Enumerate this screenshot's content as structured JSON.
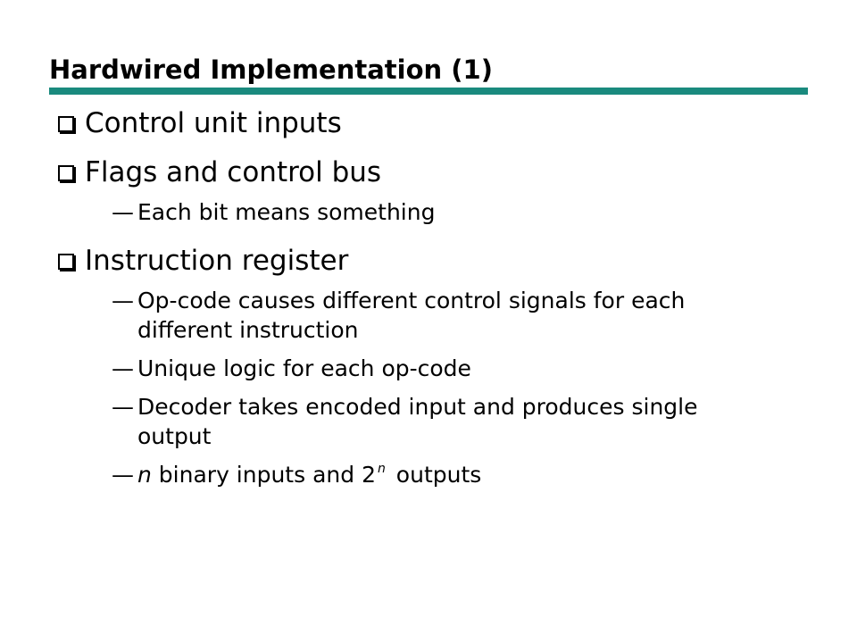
{
  "slide": {
    "title": "Hardwired Implementation (1)",
    "accent_color": "#1a8a7e",
    "bullets": [
      {
        "text": "Control unit inputs",
        "marker_icon": "hollow-square-bullet"
      },
      {
        "text": "Flags and control bus",
        "marker_icon": "hollow-square-bullet",
        "subs": [
          {
            "dash": "—",
            "text": "Each bit means something"
          }
        ]
      },
      {
        "text": "Instruction register",
        "marker_icon": "hollow-square-bullet",
        "subs": [
          {
            "dash": "—",
            "text": "Op-code causes different control signals for each different instruction"
          },
          {
            "dash": "—",
            "text": "Unique logic for each op-code"
          },
          {
            "dash": "—",
            "text": "Decoder takes encoded input and produces single output"
          },
          {
            "dash": "—",
            "var_n": "n",
            "mid": " binary inputs and 2",
            "exp": "n",
            "end": " outputs"
          }
        ]
      }
    ]
  }
}
